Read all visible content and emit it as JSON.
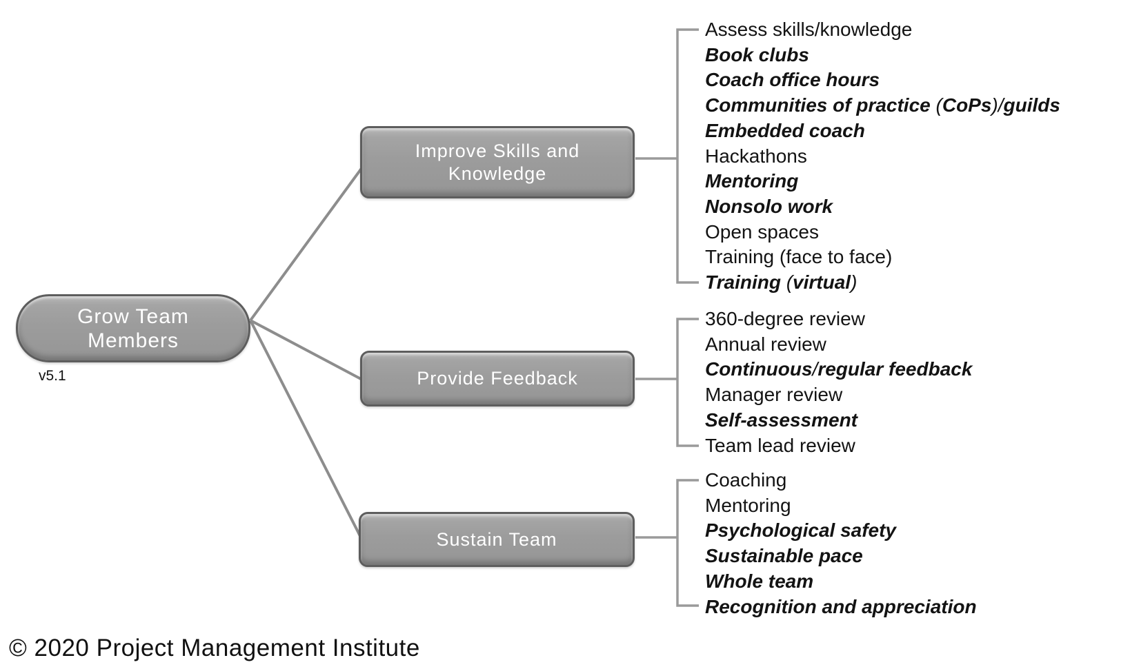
{
  "diagram": {
    "title_node": {
      "label": "Grow Team Members",
      "version": "v5.1"
    },
    "branches": [
      {
        "label": "Improve Skills and Knowledge",
        "items": [
          {
            "text": "Assess skills/knowledge",
            "emphasis": false
          },
          {
            "text": "Book clubs",
            "emphasis": true
          },
          {
            "text": "Coach office hours",
            "emphasis": true
          },
          {
            "text": "Communities of practice (CoPs)/guilds",
            "emphasis": true
          },
          {
            "text": "Embedded coach",
            "emphasis": true
          },
          {
            "text": "Hackathons",
            "emphasis": false
          },
          {
            "text": "Mentoring",
            "emphasis": true
          },
          {
            "text": "Nonsolo work",
            "emphasis": true
          },
          {
            "text": "Open spaces",
            "emphasis": false
          },
          {
            "text": "Training (face to face)",
            "emphasis": false
          },
          {
            "text": "Training (virtual)",
            "emphasis": true
          }
        ]
      },
      {
        "label": "Provide Feedback",
        "items": [
          {
            "text": "360-degree review",
            "emphasis": false
          },
          {
            "text": "Annual review",
            "emphasis": false
          },
          {
            "text": "Continuous/regular feedback",
            "emphasis": true
          },
          {
            "text": "Manager review",
            "emphasis": false
          },
          {
            "text": "Self-assessment",
            "emphasis": true
          },
          {
            "text": "Team lead review",
            "emphasis": false
          }
        ]
      },
      {
        "label": "Sustain Team",
        "items": [
          {
            "text": "Coaching",
            "emphasis": false
          },
          {
            "text": "Mentoring",
            "emphasis": false
          },
          {
            "text": "Psychological safety",
            "emphasis": true
          },
          {
            "text": "Sustainable pace",
            "emphasis": true
          },
          {
            "text": "Whole team",
            "emphasis": true
          },
          {
            "text": "Recognition and appreciation",
            "emphasis": true
          }
        ]
      }
    ],
    "footer": "© 2020 Project Management Institute",
    "colors": {
      "node_fill": "#9c9c9c",
      "node_border": "#5d5d5d",
      "node_text": "#ffffff",
      "connector_line": "#8d8d8d",
      "bracket_line": "#9a9a9a",
      "item_text": "#131313",
      "background": "#ffffff"
    }
  }
}
